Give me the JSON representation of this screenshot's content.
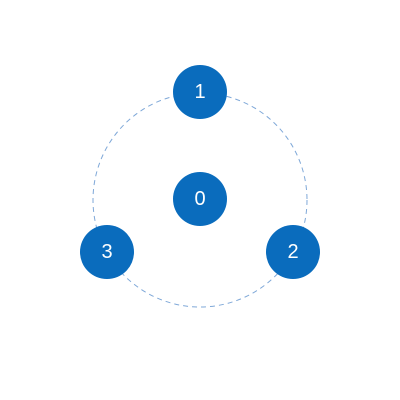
{
  "diagram": {
    "colors": {
      "node_fill": "#0a6cbd",
      "ring_stroke": "#7fa8d8",
      "label_color": "#ffffff",
      "background": "#ffffff"
    },
    "ring_style": "dashed",
    "nodes": [
      {
        "id": "center",
        "label": "0"
      },
      {
        "id": "top",
        "label": "1"
      },
      {
        "id": "bottom-right",
        "label": "2"
      },
      {
        "id": "bottom-left",
        "label": "3"
      }
    ]
  }
}
